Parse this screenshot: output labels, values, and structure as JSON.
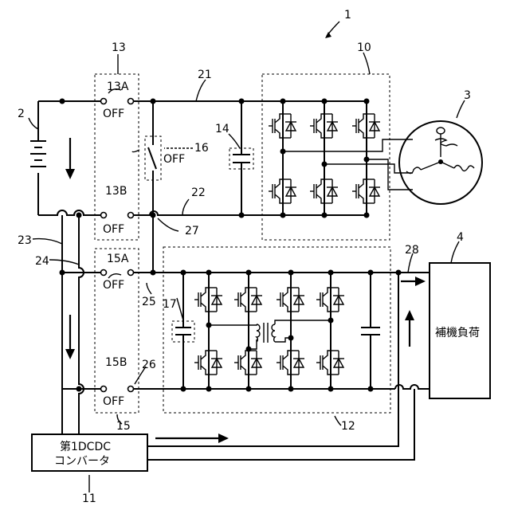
{
  "labels": {
    "system": "1",
    "battery": "2",
    "motor": "3",
    "aux_load_ref": "4",
    "inverter": "10",
    "dcdc2": "12",
    "relay13": "13",
    "cap14": "14",
    "relay15": "15",
    "relay16": "16",
    "cap17": "17",
    "line21": "21",
    "line22": "22",
    "line23": "23",
    "line24": "24",
    "line25": "25",
    "line26": "26",
    "line27": "27",
    "line28": "28",
    "dcdc1_ref": "11"
  },
  "switches": {
    "s13a_name": "13A",
    "s13a_state": "OFF",
    "s13b_name": "13B",
    "s13b_state": "OFF",
    "s15a_name": "15A",
    "s15a_state": "OFF",
    "s15b_name": "15B",
    "s15b_state": "OFF",
    "s16_state": "OFF"
  },
  "blocks": {
    "aux_load": "補機負荷",
    "dcdc1_line1": "第1DCDC",
    "dcdc1_line2": "コンバータ"
  }
}
